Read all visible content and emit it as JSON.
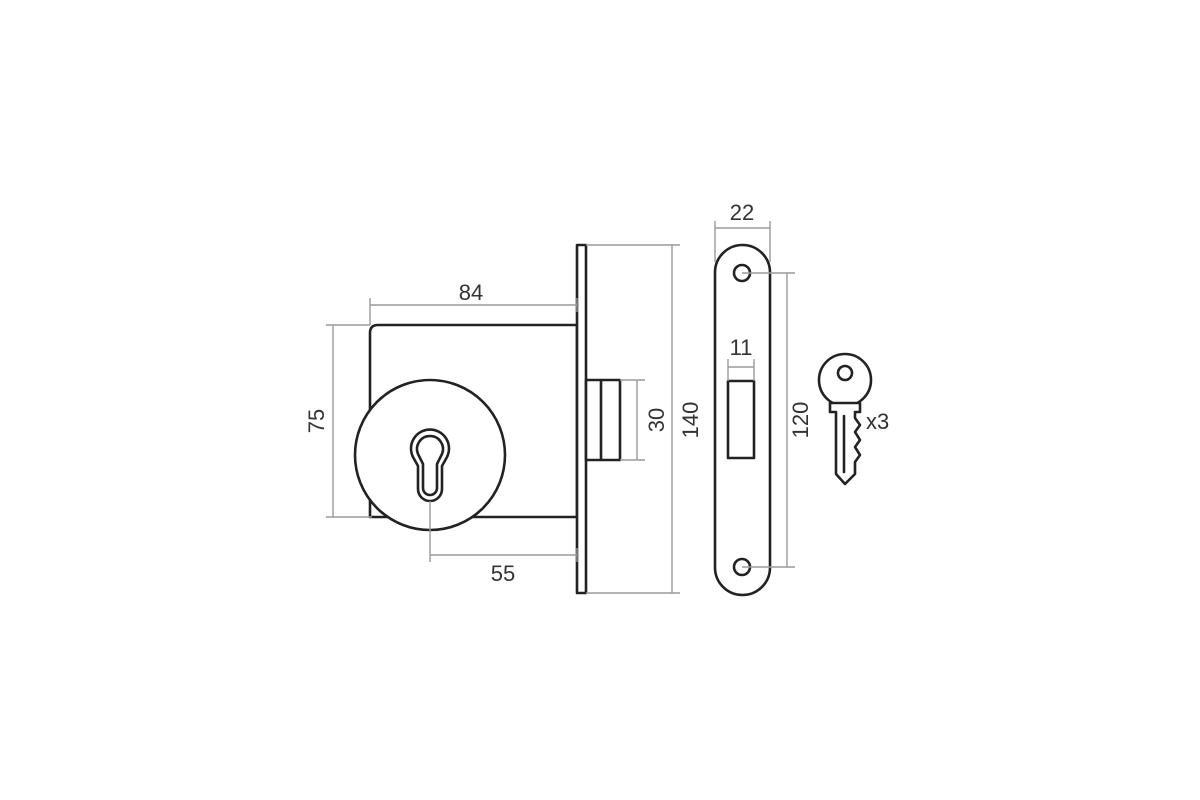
{
  "dimensions": {
    "body_width": "84",
    "body_height": "75",
    "backset": "55",
    "bolt_height": "30",
    "faceplate_height": "140",
    "strike_width": "22",
    "strike_slot_width": "11",
    "strike_hole_spacing": "120"
  },
  "key_quantity": "x3",
  "colors": {
    "outline": "#222222",
    "dimension_lines": "#9a9a9a",
    "background": "#ffffff"
  }
}
